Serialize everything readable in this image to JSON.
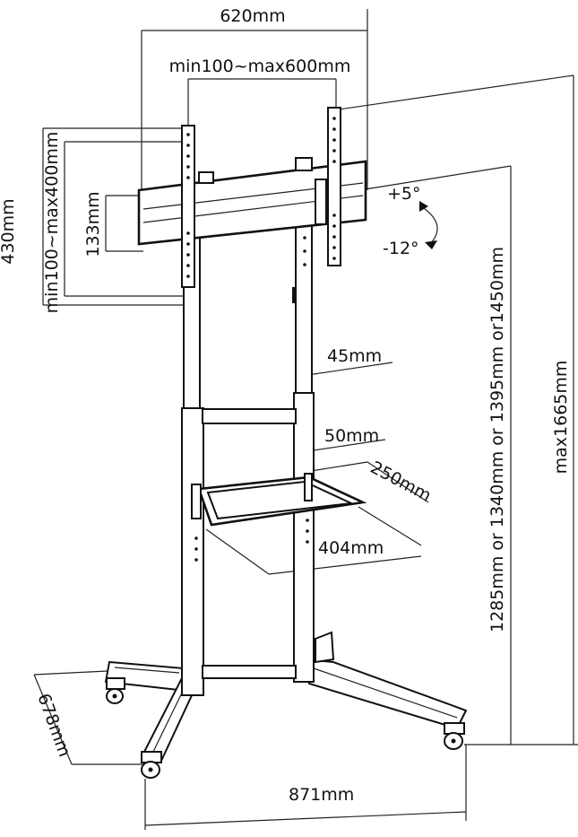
{
  "dimensions": {
    "width_620": "620mm",
    "vesa_horizontal": "min100~max600mm",
    "vesa_vertical": "min100~max400mm",
    "height_430": "430mm",
    "height_133": "133mm",
    "tilt_up": "+5°",
    "tilt_down": "-12°",
    "pole_45": "45mm",
    "pole_50": "50mm",
    "shelf_depth": "250mm",
    "shelf_width": "404mm",
    "base_width": "871mm",
    "base_depth": "678mm",
    "mount_heights": "1285mm or 1340mm or 1395mm or1450mm",
    "max_height": "max1665mm"
  }
}
